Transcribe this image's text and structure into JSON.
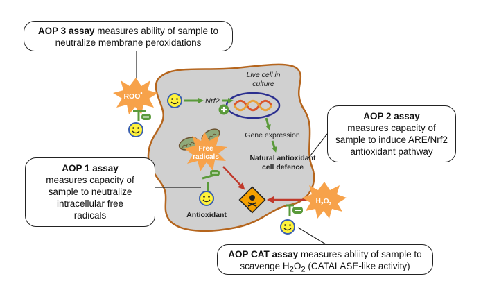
{
  "callouts": {
    "aop3": {
      "bold": "AOP 3 assay",
      "rest": " measures ability of sample to",
      "line2": "neutralize membrane peroxidations"
    },
    "aop2": {
      "title": "AOP 2 assay",
      "line2": "measures capacity of",
      "line3": "sample to induce ARE/Nrf2",
      "line4": "antioxidant pathway"
    },
    "aop1": {
      "title": "AOP 1 assay",
      "line2": "measures capacity of",
      "line3": "sample to neutralize",
      "line4": "intracellular free",
      "line5": "radicals"
    },
    "cat": {
      "bold": "AOP CAT assay",
      "rest": " measures abliity of sample to",
      "line2_pre": "scavenge H",
      "line2_sub1": "2",
      "line2_mid": "O",
      "line2_sub2": "2",
      "line2_post": " (CATALASE-like activity)"
    }
  },
  "labels": {
    "live_cell_1": "Live cell in",
    "live_cell_2": "culture",
    "roo": "ROO",
    "roo_dot": "•",
    "nrf2": "Nrf2",
    "gene_expression": "Gene expression",
    "natural_1": "Natural antioxidant",
    "natural_2": "cell defence",
    "free_radicals_1": "Free",
    "free_radicals_2": "radicals",
    "antioxidant": "Antioxidant",
    "h2o2_h": "H",
    "h2o2_sub1": "2",
    "h2o2_o": "O",
    "h2o2_sub2": "2"
  },
  "colors": {
    "cell_fill": "#d0d0d0",
    "cell_border": "#b5651d",
    "arrow_green": "#5a9a3a",
    "arrow_red": "#c0392b",
    "burst_orange": "#f7a24a",
    "smiley_yellow": "#fff23a",
    "dna_blue": "#2b2f8f",
    "hazard_orange": "#f5a000"
  }
}
